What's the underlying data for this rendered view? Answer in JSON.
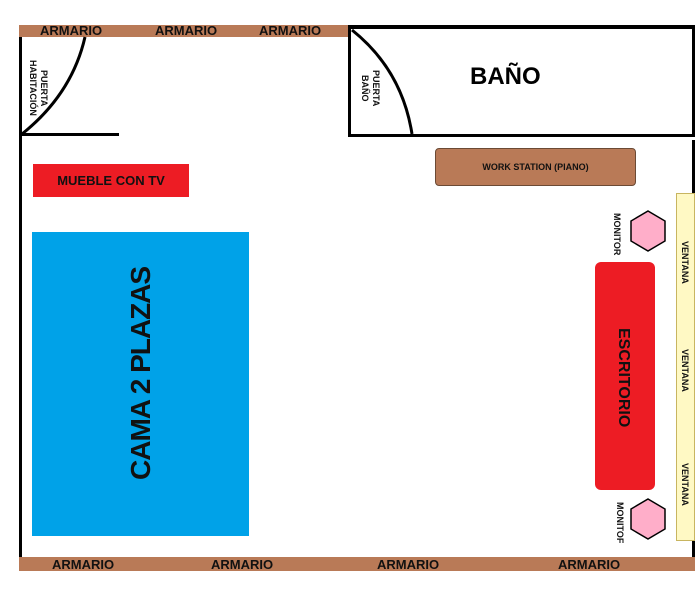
{
  "armario": {
    "top": [
      "ARMARIO",
      "ARMARIO",
      "ARMARIO"
    ],
    "bottom": [
      "ARMARIO",
      "ARMARIO",
      "ARMARIO",
      "ARMARIO"
    ]
  },
  "rooms": {
    "bathroom_label": "BAÑO",
    "door_bedroom_label": "PUERTA HABITACIÓN",
    "door_bathroom_label": "PUERTA BAÑO"
  },
  "furniture": {
    "tv_unit_label": "MUEBLE CON TV",
    "workstation_label": "WORK STATION (PIANO)",
    "bed_label": "CAMA 2 PLAZAS",
    "desk_label": "ESCRITORIO",
    "monitor_top_label": "MONITOR",
    "monitor_bottom_label": "MONITOF"
  },
  "windows": [
    "VENTANA",
    "VENTANA",
    "VENTANA"
  ],
  "colors": {
    "armario": "#b97a57",
    "bed": "#00a2e8",
    "furniture_red": "#ed1c24",
    "workstation": "#b97a57",
    "monitor": "#ffaec9",
    "window": "#fff9c4"
  }
}
